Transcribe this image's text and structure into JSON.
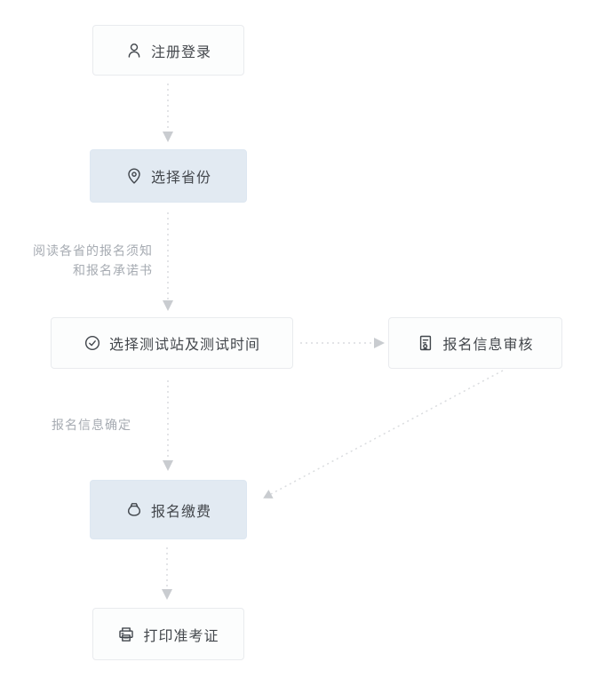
{
  "flow": {
    "title": "registration-process-flowchart",
    "nodes": [
      {
        "id": "register",
        "label": "注册登录",
        "icon": "user-icon",
        "variant": "default"
      },
      {
        "id": "province",
        "label": "选择省份",
        "icon": "location-pin-icon",
        "variant": "highlight"
      },
      {
        "id": "station",
        "label": "选择测试站及测试时间",
        "icon": "check-circle-icon",
        "variant": "default"
      },
      {
        "id": "review",
        "label": "报名信息审核",
        "icon": "file-search-icon",
        "variant": "default"
      },
      {
        "id": "payment",
        "label": "报名缴费",
        "icon": "money-bag-icon",
        "variant": "highlight"
      },
      {
        "id": "print",
        "label": "打印准考证",
        "icon": "printer-icon",
        "variant": "default"
      }
    ],
    "edge_labels": [
      {
        "id": "read-notice",
        "lines": [
          "阅读各省的报名须知",
          "和报名承诺书"
        ]
      },
      {
        "id": "info-confirmed",
        "lines": [
          "报名信息确定"
        ]
      }
    ]
  },
  "colors": {
    "background": "#ffffff",
    "node_bg": "#fcfdfd",
    "node_border": "#e9ebee",
    "highlight_bg": "#e2eaf2",
    "node_text": "#43474c",
    "icon": "#41464c",
    "edge_label_text": "#a6abb2",
    "connector_dash": "#dadcdf",
    "arrowhead": "#c9ccd0"
  }
}
